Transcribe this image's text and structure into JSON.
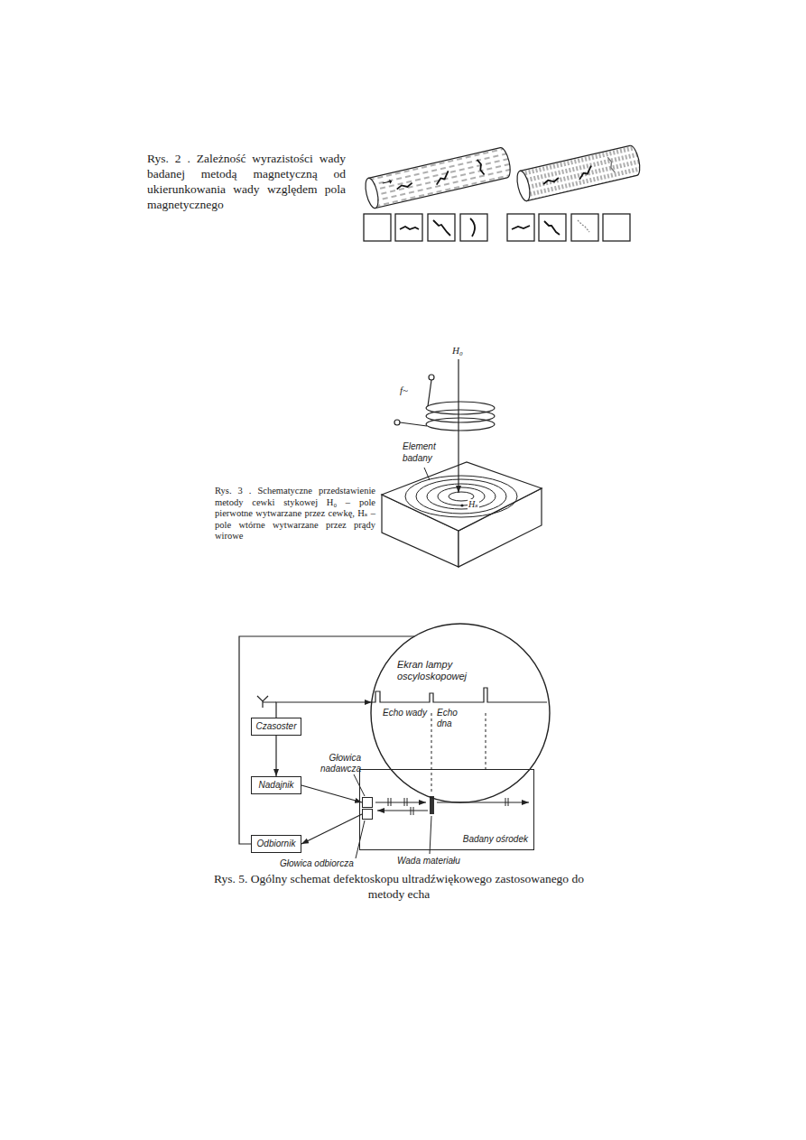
{
  "diagram": {
    "nodes": [
      {
        "text": [
          "Ekran lampy oscyloskopowej",
          "Echo wady",
          "Echo dna"
        ]
      },
      {
        "text": [
          "Czasoster"
        ]
      },
      {
        "text": [
          "Nadajnik"
        ]
      },
      {
        "text": [
          "Odbiornik"
        ]
      },
      {
        "text": [
          "Głowica nadawcza"
        ]
      },
      {
        "text": [
          "Głowica odbiorcza"
        ]
      },
      {
        "text": [
          "Badany ośrodek"
        ]
      }
    ],
    "edges": [
      {
        "from": 1,
        "to": 2,
        "arrow": "to"
      },
      {
        "from": 2,
        "to": 4,
        "arrow": "to"
      },
      {
        "from": 5,
        "to": 3,
        "arrow": "to"
      },
      {
        "from": 1,
        "to": 0,
        "arrow": "to"
      },
      {
        "from": 3,
        "to": 0,
        "arrow": "none"
      }
    ],
    "labels": [
      "Rys. 2 . Zależność wyrazistości wady badanej metodą magnetyczną od ukierunkowania wady względem pola magnetycznego",
      "H₀",
      "f~",
      "Element badany",
      "Hₛ",
      "Rys. 3 . Schematyczne przedstawienie metody cewki stykowej H₀ – pole pierwotne wytwarzane przez cewkę, Hₛ – pole wtórne wytwarzane przez prądy wirowe",
      "Wada materiału",
      "Rys. 5. Ogólny schemat defektoskopu ultradźwiękowego zastosowanego do metody echa"
    ]
  }
}
